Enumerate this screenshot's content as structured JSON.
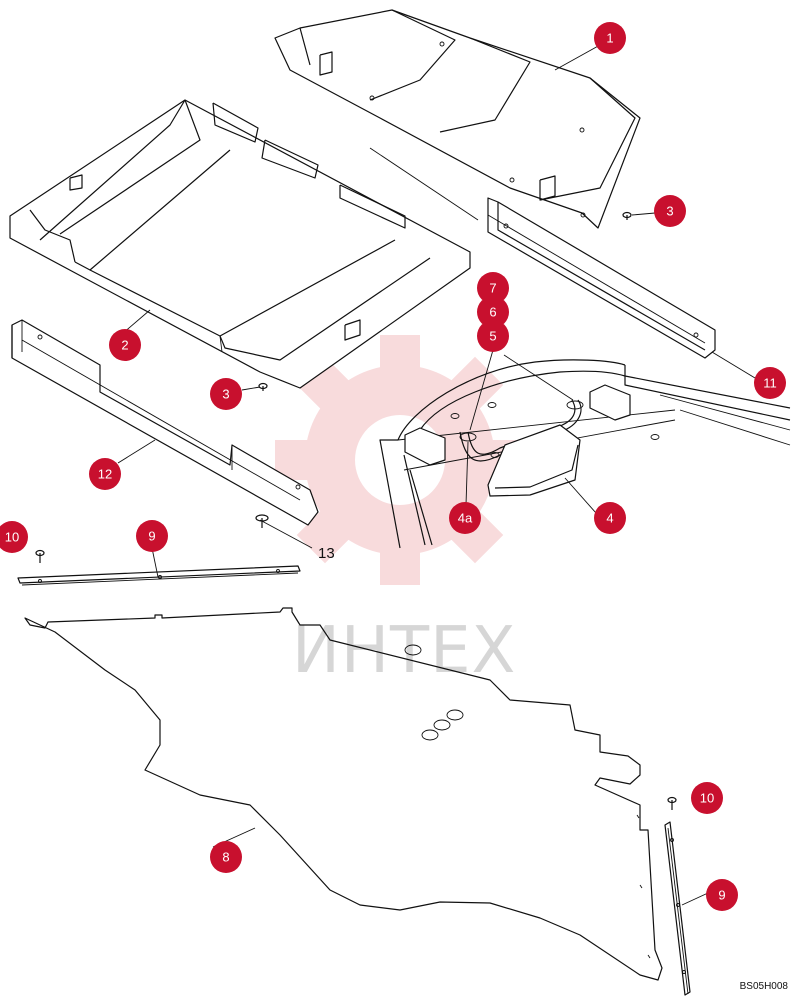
{
  "diagram": {
    "callouts": [
      {
        "id": "c1",
        "label": "1"
      },
      {
        "id": "c2",
        "label": "2"
      },
      {
        "id": "c3a",
        "label": "3"
      },
      {
        "id": "c3b",
        "label": "3"
      },
      {
        "id": "c4",
        "label": "4"
      },
      {
        "id": "c4a",
        "label": "4a"
      },
      {
        "id": "c5",
        "label": "5"
      },
      {
        "id": "c6",
        "label": "6"
      },
      {
        "id": "c7",
        "label": "7"
      },
      {
        "id": "c8",
        "label": "8"
      },
      {
        "id": "c9a",
        "label": "9"
      },
      {
        "id": "c9b",
        "label": "9"
      },
      {
        "id": "c10a",
        "label": "10"
      },
      {
        "id": "c10b",
        "label": "10"
      },
      {
        "id": "c11",
        "label": "11"
      },
      {
        "id": "c12",
        "label": "12"
      }
    ],
    "plain_labels": [
      {
        "id": "p13",
        "label": "13"
      }
    ],
    "drawing_code": "BS05H008",
    "watermark_text": "ИНТЕХ",
    "callout_color": "#c8102e"
  }
}
